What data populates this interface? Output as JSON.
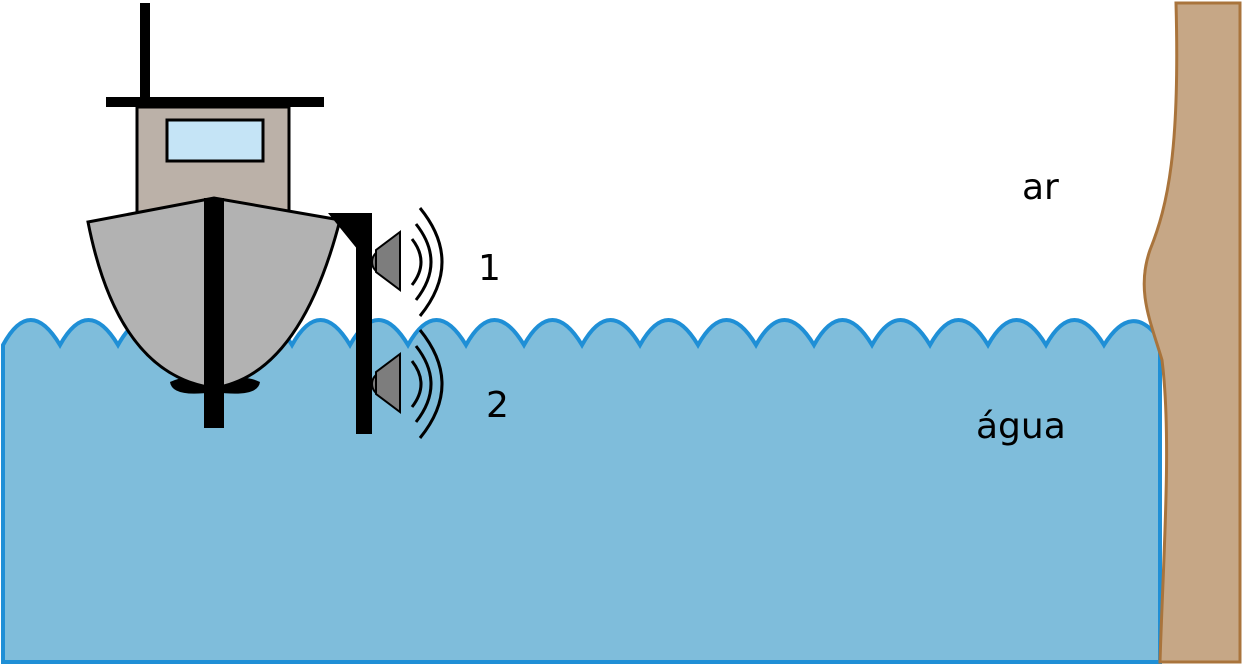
{
  "labels": {
    "speaker_1": "1",
    "speaker_2": "2",
    "air": "ar",
    "water": "água"
  },
  "colors": {
    "water_fill": "#7fbddb",
    "water_edge": "#1f8fd6",
    "wall_fill": "#c6a786",
    "wall_edge": "#a9743c",
    "hull": "#b2b2b2",
    "cabin": "#bbb1a8",
    "window": "#c5e4f6",
    "speaker": "#7d7d7d"
  },
  "icons": [
    "boat-icon",
    "loudspeaker-icon",
    "sound-wave-icon"
  ]
}
